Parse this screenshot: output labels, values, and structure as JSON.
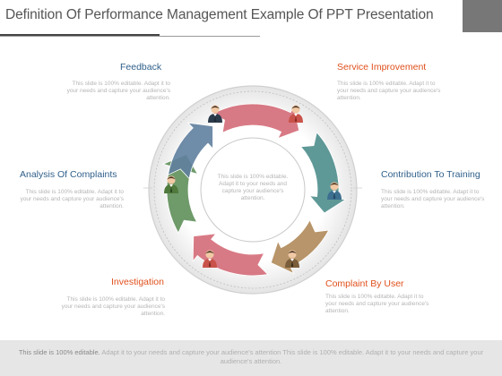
{
  "slide": {
    "title": "Definition Of Performance Management Example Of PPT Presentation"
  },
  "labels": {
    "feedback": "Feedback",
    "service_improvement": "Service Improvement",
    "analysis_of_complaints": "Analysis Of Complaints",
    "contribution_to_training": "Contribution To Training",
    "investigation": "Investigation",
    "complaint_by_user": "Complaint By User"
  },
  "descriptions": {
    "feedback": "This slide is 100% editable. Adapt it to your needs and capture your audience's attention.",
    "service_improvement": "This slide is 100% editable. Adapt it to your needs and capture your audience's attention.",
    "analysis_of_complaints": "This slide is 100% editable. Adapt it to your needs and capture your audience's attention.",
    "contribution_to_training": "This slide is 100% editable. Adapt it to your needs and capture your audience's attention.",
    "investigation": "This slide is 100% editable. Adapt it to your needs and capture your audience's attention.",
    "complaint_by_user": "This slide is 100% editable. Adapt it to your needs and capture your audience's attention.",
    "center": "This slide is 100% editable. Adapt it to your needs and capture your audience's attention."
  },
  "footer": {
    "lead": "This slide is 100% editable.",
    "rest": " Adapt it to your needs and capture your audience's attention This slide is 100% editable. Adapt it to your needs and capture your audience's attention."
  },
  "colors": {
    "label_orange": "#e0501c",
    "label_blue": "#2f5f8a",
    "arrow_pink": "#d46b78",
    "arrow_teal": "#4e8e8c",
    "arrow_tan": "#b08a5a",
    "arrow_green": "#5f8f5a",
    "arrow_steel": "#5f7f9f"
  }
}
